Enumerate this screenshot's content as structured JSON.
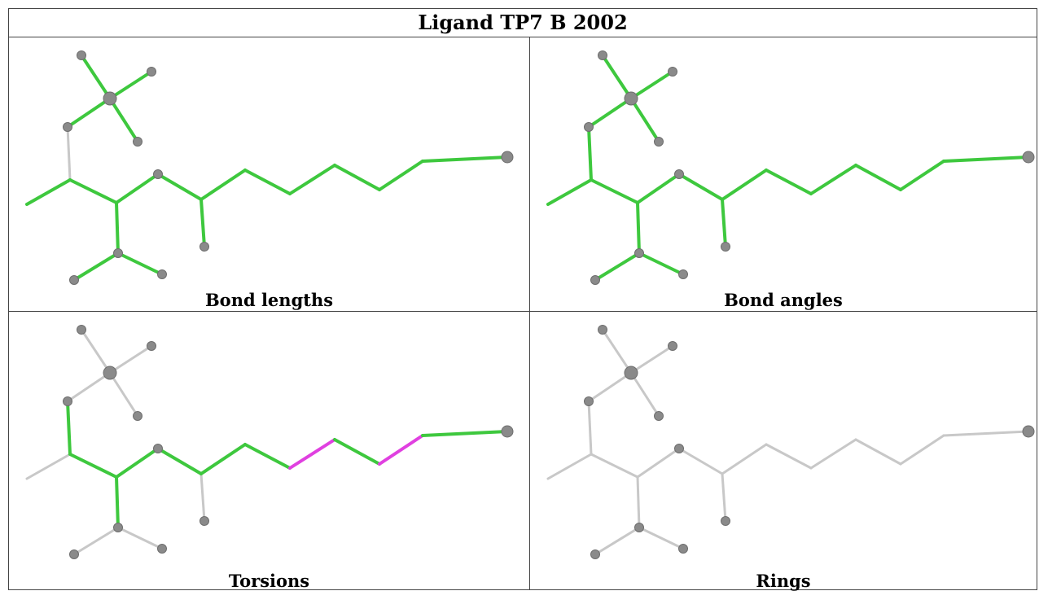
{
  "title": "Ligand TP7 B 2002",
  "panels": [
    {
      "caption": "Bond lengths"
    },
    {
      "caption": "Bond angles"
    },
    {
      "caption": "Torsions"
    },
    {
      "caption": "Rings"
    }
  ],
  "colors": {
    "ok": "#3ec83e",
    "flagged": "#e040e0",
    "neutral": "#c8c8c8",
    "atom": "#8a8a8a"
  },
  "molecule": {
    "atoms": [
      "O1",
      "C2",
      "O3",
      "O4",
      "O5",
      "C6",
      "O7",
      "C8",
      "C9",
      "C10",
      "O11",
      "C12",
      "C13",
      "C14",
      "C15",
      "C16",
      "C17",
      "O18",
      "O19",
      "C20"
    ],
    "ball_atoms": [
      "O1",
      "O3",
      "O4",
      "O5",
      "O7",
      "C9",
      "O11",
      "C10",
      "O18",
      "O19"
    ],
    "bonds": [
      [
        "O1",
        "C2"
      ],
      [
        "O3",
        "C2"
      ],
      [
        "C2",
        "O4"
      ],
      [
        "C2",
        "O5"
      ],
      [
        "O5",
        "C6"
      ],
      [
        "C20",
        "C6"
      ],
      [
        "C6",
        "C8"
      ],
      [
        "C8",
        "O7"
      ],
      [
        "O7",
        "C12"
      ],
      [
        "C12",
        "C9"
      ],
      [
        "C12",
        "C13"
      ],
      [
        "C13",
        "C14"
      ],
      [
        "C14",
        "C15"
      ],
      [
        "C15",
        "C16"
      ],
      [
        "C16",
        "C17"
      ],
      [
        "C17",
        "C10"
      ],
      [
        "C8",
        "O11"
      ],
      [
        "O11",
        "O18"
      ],
      [
        "O11",
        "O19"
      ]
    ],
    "status": {
      "bond_lengths": [
        "ok",
        "ok",
        "ok",
        "ok",
        "neutral",
        "ok",
        "ok",
        "ok",
        "ok",
        "ok",
        "ok",
        "ok",
        "ok",
        "ok",
        "ok",
        "ok",
        "ok",
        "ok",
        "ok"
      ],
      "bond_angles": [
        "ok",
        "ok",
        "ok",
        "ok",
        "ok",
        "ok",
        "ok",
        "ok",
        "ok",
        "ok",
        "ok",
        "ok",
        "ok",
        "ok",
        "ok",
        "ok",
        "ok",
        "ok",
        "ok"
      ],
      "torsions": [
        "neutral",
        "neutral",
        "neutral",
        "neutral",
        "ok",
        "neutral",
        "ok",
        "ok",
        "ok",
        "neutral",
        "ok",
        "ok",
        "flagged",
        "ok",
        "flagged",
        "ok",
        "ok",
        "neutral",
        "neutral"
      ],
      "rings": [
        "neutral",
        "neutral",
        "neutral",
        "neutral",
        "neutral",
        "neutral",
        "neutral",
        "neutral",
        "neutral",
        "neutral",
        "neutral",
        "neutral",
        "neutral",
        "neutral",
        "neutral",
        "neutral",
        "neutral",
        "neutral",
        "neutral"
      ]
    }
  }
}
